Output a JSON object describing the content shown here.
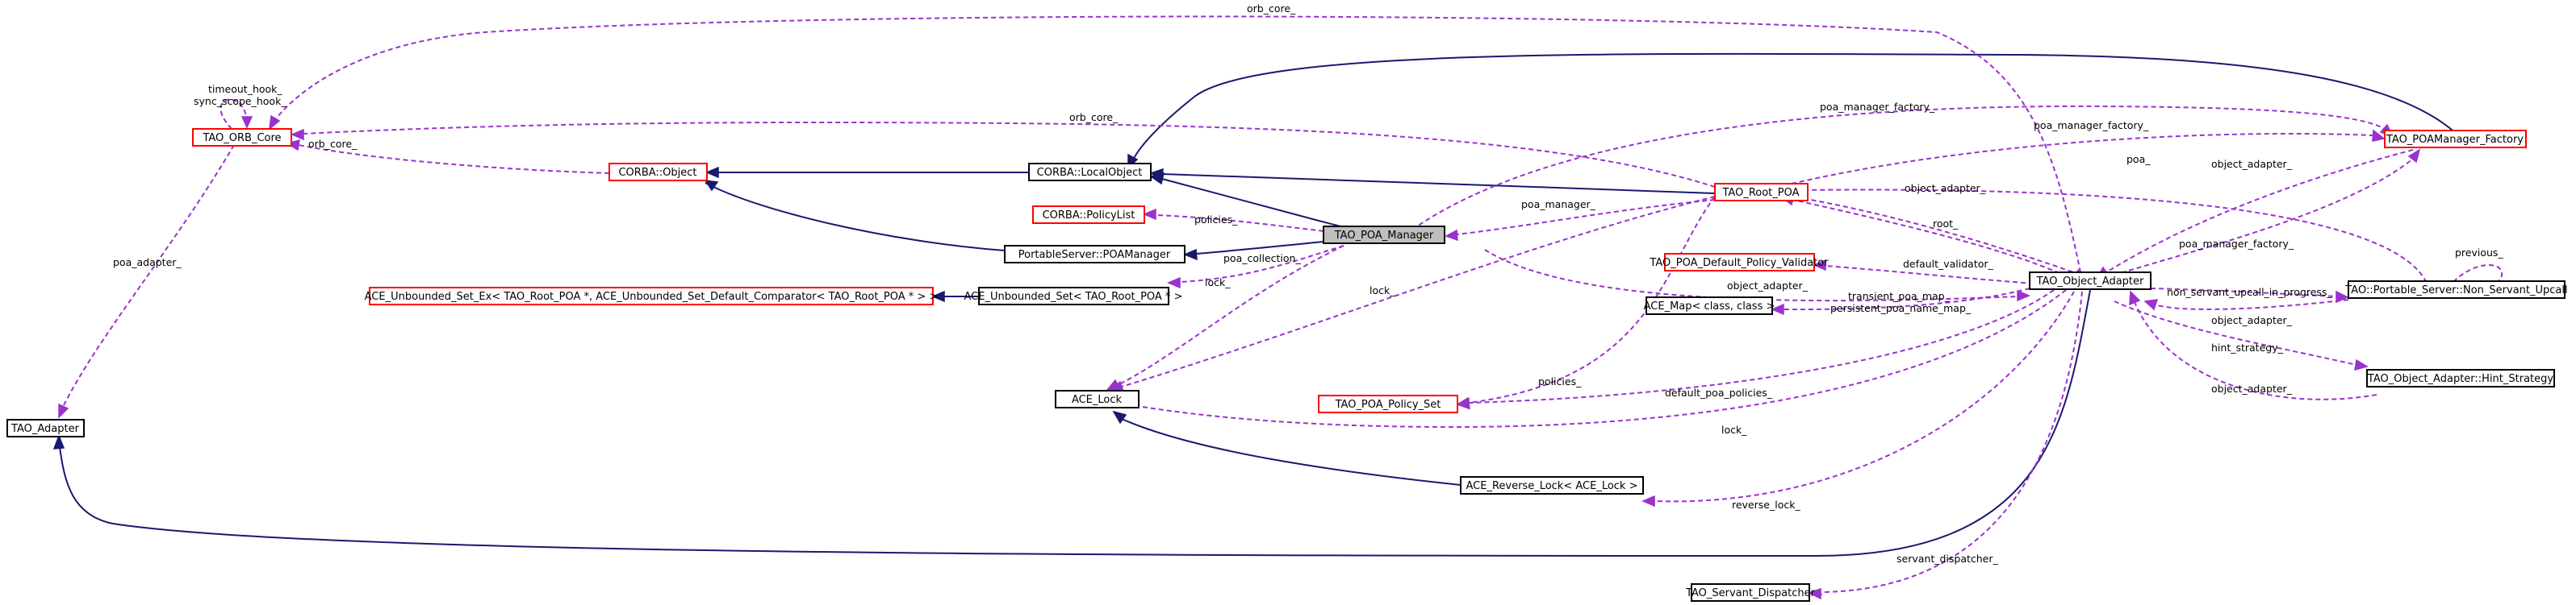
{
  "nodes": {
    "tao_orb_core": "TAO_ORB_Core",
    "tao_adapter": "TAO_Adapter",
    "corba_object": "CORBA::Object",
    "corba_localobject": "CORBA::LocalObject",
    "corba_policylist": "CORBA::PolicyList",
    "portableserver_poamanager": "PortableServer::POAManager",
    "tao_poa_manager": "TAO_POA_Manager",
    "ace_unbounded_set_ex": "ACE_Unbounded_Set_Ex< TAO_Root_POA *, ACE_Unbounded_Set_Default_Comparator< TAO_Root_POA * > >",
    "ace_unbounded_set": "ACE_Unbounded_Set< TAO_Root_POA * >",
    "ace_lock": "ACE_Lock",
    "tao_root_poa": "TAO_Root_POA",
    "tao_poa_default_policy_validator": "TAO_POA_Default_Policy_Validator",
    "ace_map": "ACE_Map< class, class >",
    "tao_poa_policy_set": "TAO_POA_Policy_Set",
    "ace_reverse_lock": "ACE_Reverse_Lock< ACE_Lock >",
    "tao_servant_dispatcher": "TAO_Servant_Dispatcher",
    "tao_object_adapter": "TAO_Object_Adapter",
    "tao_poamanager_factory": "TAO_POAManager_Factory",
    "tao_non_servant_upcall": "TAO::Portable_Server::Non_Servant_Upcall",
    "tao_hint_strategy": "TAO_Object_Adapter::Hint_Strategy"
  },
  "edge_labels": {
    "orb_core_top": "orb_core_",
    "timeout_hook": "timeout_hook_",
    "sync_scope_hook": "sync_scope_hook_",
    "orb_core_rootpoa": "orb_core_",
    "orb_core_object": "orb_core_",
    "poa_adapter": "poa_adapter_",
    "poa_manager_factory_1": "poa_manager_factory_",
    "poa_manager_factory_2": "poa_manager_factory_",
    "poa_manager_factory_3": "poa_manager_factory_",
    "poa": "poa_",
    "object_adapter_1": "object_adapter_",
    "object_adapter_2": "object_adapter_",
    "object_adapter_3": "object_adapter_",
    "object_adapter_4": "object_adapter_",
    "object_adapter_5": "object_adapter_",
    "previous": "previous_",
    "policies_1": "policies_",
    "policies_2": "policies_",
    "poa_manager": "poa_manager_",
    "poa_collection": "poa_collection_",
    "lock_1": "lock_",
    "lock_2": "lock_",
    "lock_3": "lock_",
    "root": "root_",
    "default_validator": "default_validator_",
    "transient_poa_map": "transient_poa_map_",
    "persistent_poa_name_map": "persistent_poa_name_map_",
    "non_servant_upcall_in_progress": "non_servant_upcall_in_progress_",
    "hint_strategy": "hint_strategy_",
    "default_poa_policies": "default_poa_policies_",
    "reverse_lock": "reverse_lock_",
    "servant_dispatcher": "servant_dispatcher_"
  },
  "colors": {
    "inheritance": "#191970",
    "usage": "#9a32cd",
    "highlight_fill": "#bfbfbf",
    "incomplete_border": "#ff0000",
    "complete_border": "#000000"
  }
}
